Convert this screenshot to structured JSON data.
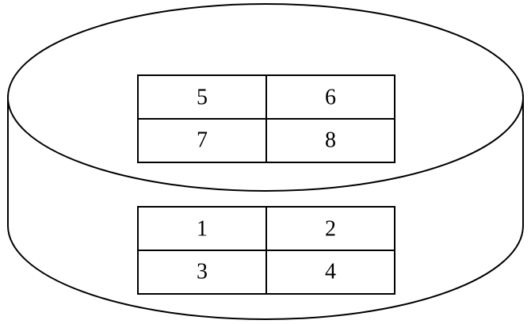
{
  "top_grid": {
    "cells": [
      "5",
      "6",
      "7",
      "8"
    ]
  },
  "bottom_grid": {
    "cells": [
      "1",
      "2",
      "3",
      "4"
    ]
  },
  "colors": {
    "line": "#000000",
    "background": "#ffffff"
  }
}
